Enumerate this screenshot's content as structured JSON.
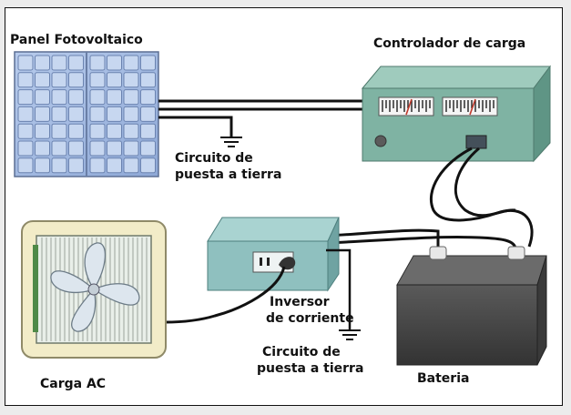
{
  "labels": {
    "panel": "Panel Fotovoltaico",
    "controller": "Controlador de carga",
    "ground1": [
      "Circuito de",
      "puesta a tierra"
    ],
    "inverter": [
      "Inversor",
      "de corriente"
    ],
    "ground2": [
      "Circuito de",
      "puesta a tierra"
    ],
    "load": "Carga AC",
    "battery": "Bateria"
  },
  "colors": {
    "panel_fill": "#9fb8e0",
    "panel_cell": "#c2d3ef",
    "controller_fill": "#7fb3a3",
    "inverter_fill": "#8fc0bf",
    "battery_fill": "#4d4d4d",
    "fan_frame": "#f2ecc8",
    "wire": "#111111"
  }
}
